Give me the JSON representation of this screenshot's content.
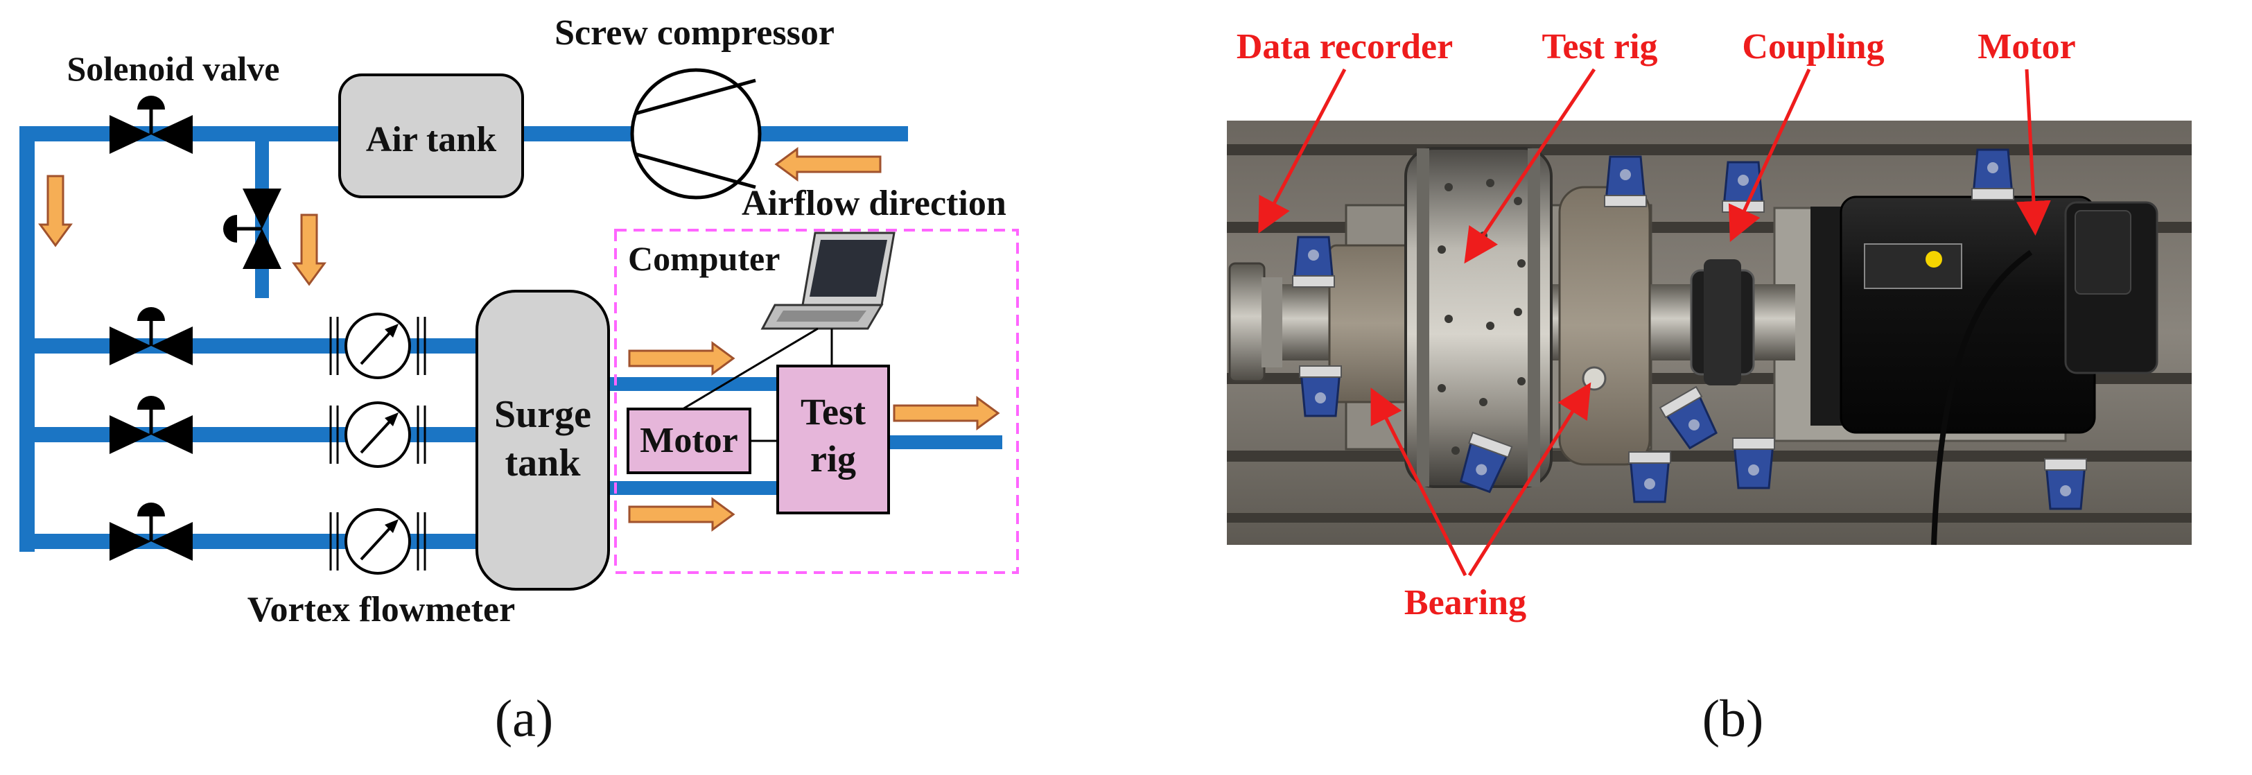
{
  "panel_a": {
    "caption": "(a)",
    "labels": {
      "screw_compressor": "Screw compressor",
      "solenoid_valve": "Solenoid valve",
      "air_tank": "Air tank",
      "airflow_direction": "Airflow direction",
      "computer": "Computer",
      "surge_tank_line1": "Surge",
      "surge_tank_line2": "tank",
      "motor": "Motor",
      "test_rig_line1": "Test",
      "test_rig_line2": "rig",
      "vortex_flowmeter": "Vortex flowmeter"
    },
    "colors": {
      "pipe": "#1b75c4",
      "arrow_fill": "#f6ae55",
      "arrow_stroke": "#a0522d",
      "tank_fill": "#d2d2d2",
      "pink_box": "#e6b6da",
      "dashed_border": "#ff66ff"
    }
  },
  "panel_b": {
    "caption": "(b)",
    "labels": {
      "data_recorder": "Data recorder",
      "test_rig": "Test rig",
      "coupling": "Coupling",
      "motor": "Motor",
      "bearing": "Bearing"
    },
    "colors": {
      "label_red": "#ee1c1c"
    }
  }
}
